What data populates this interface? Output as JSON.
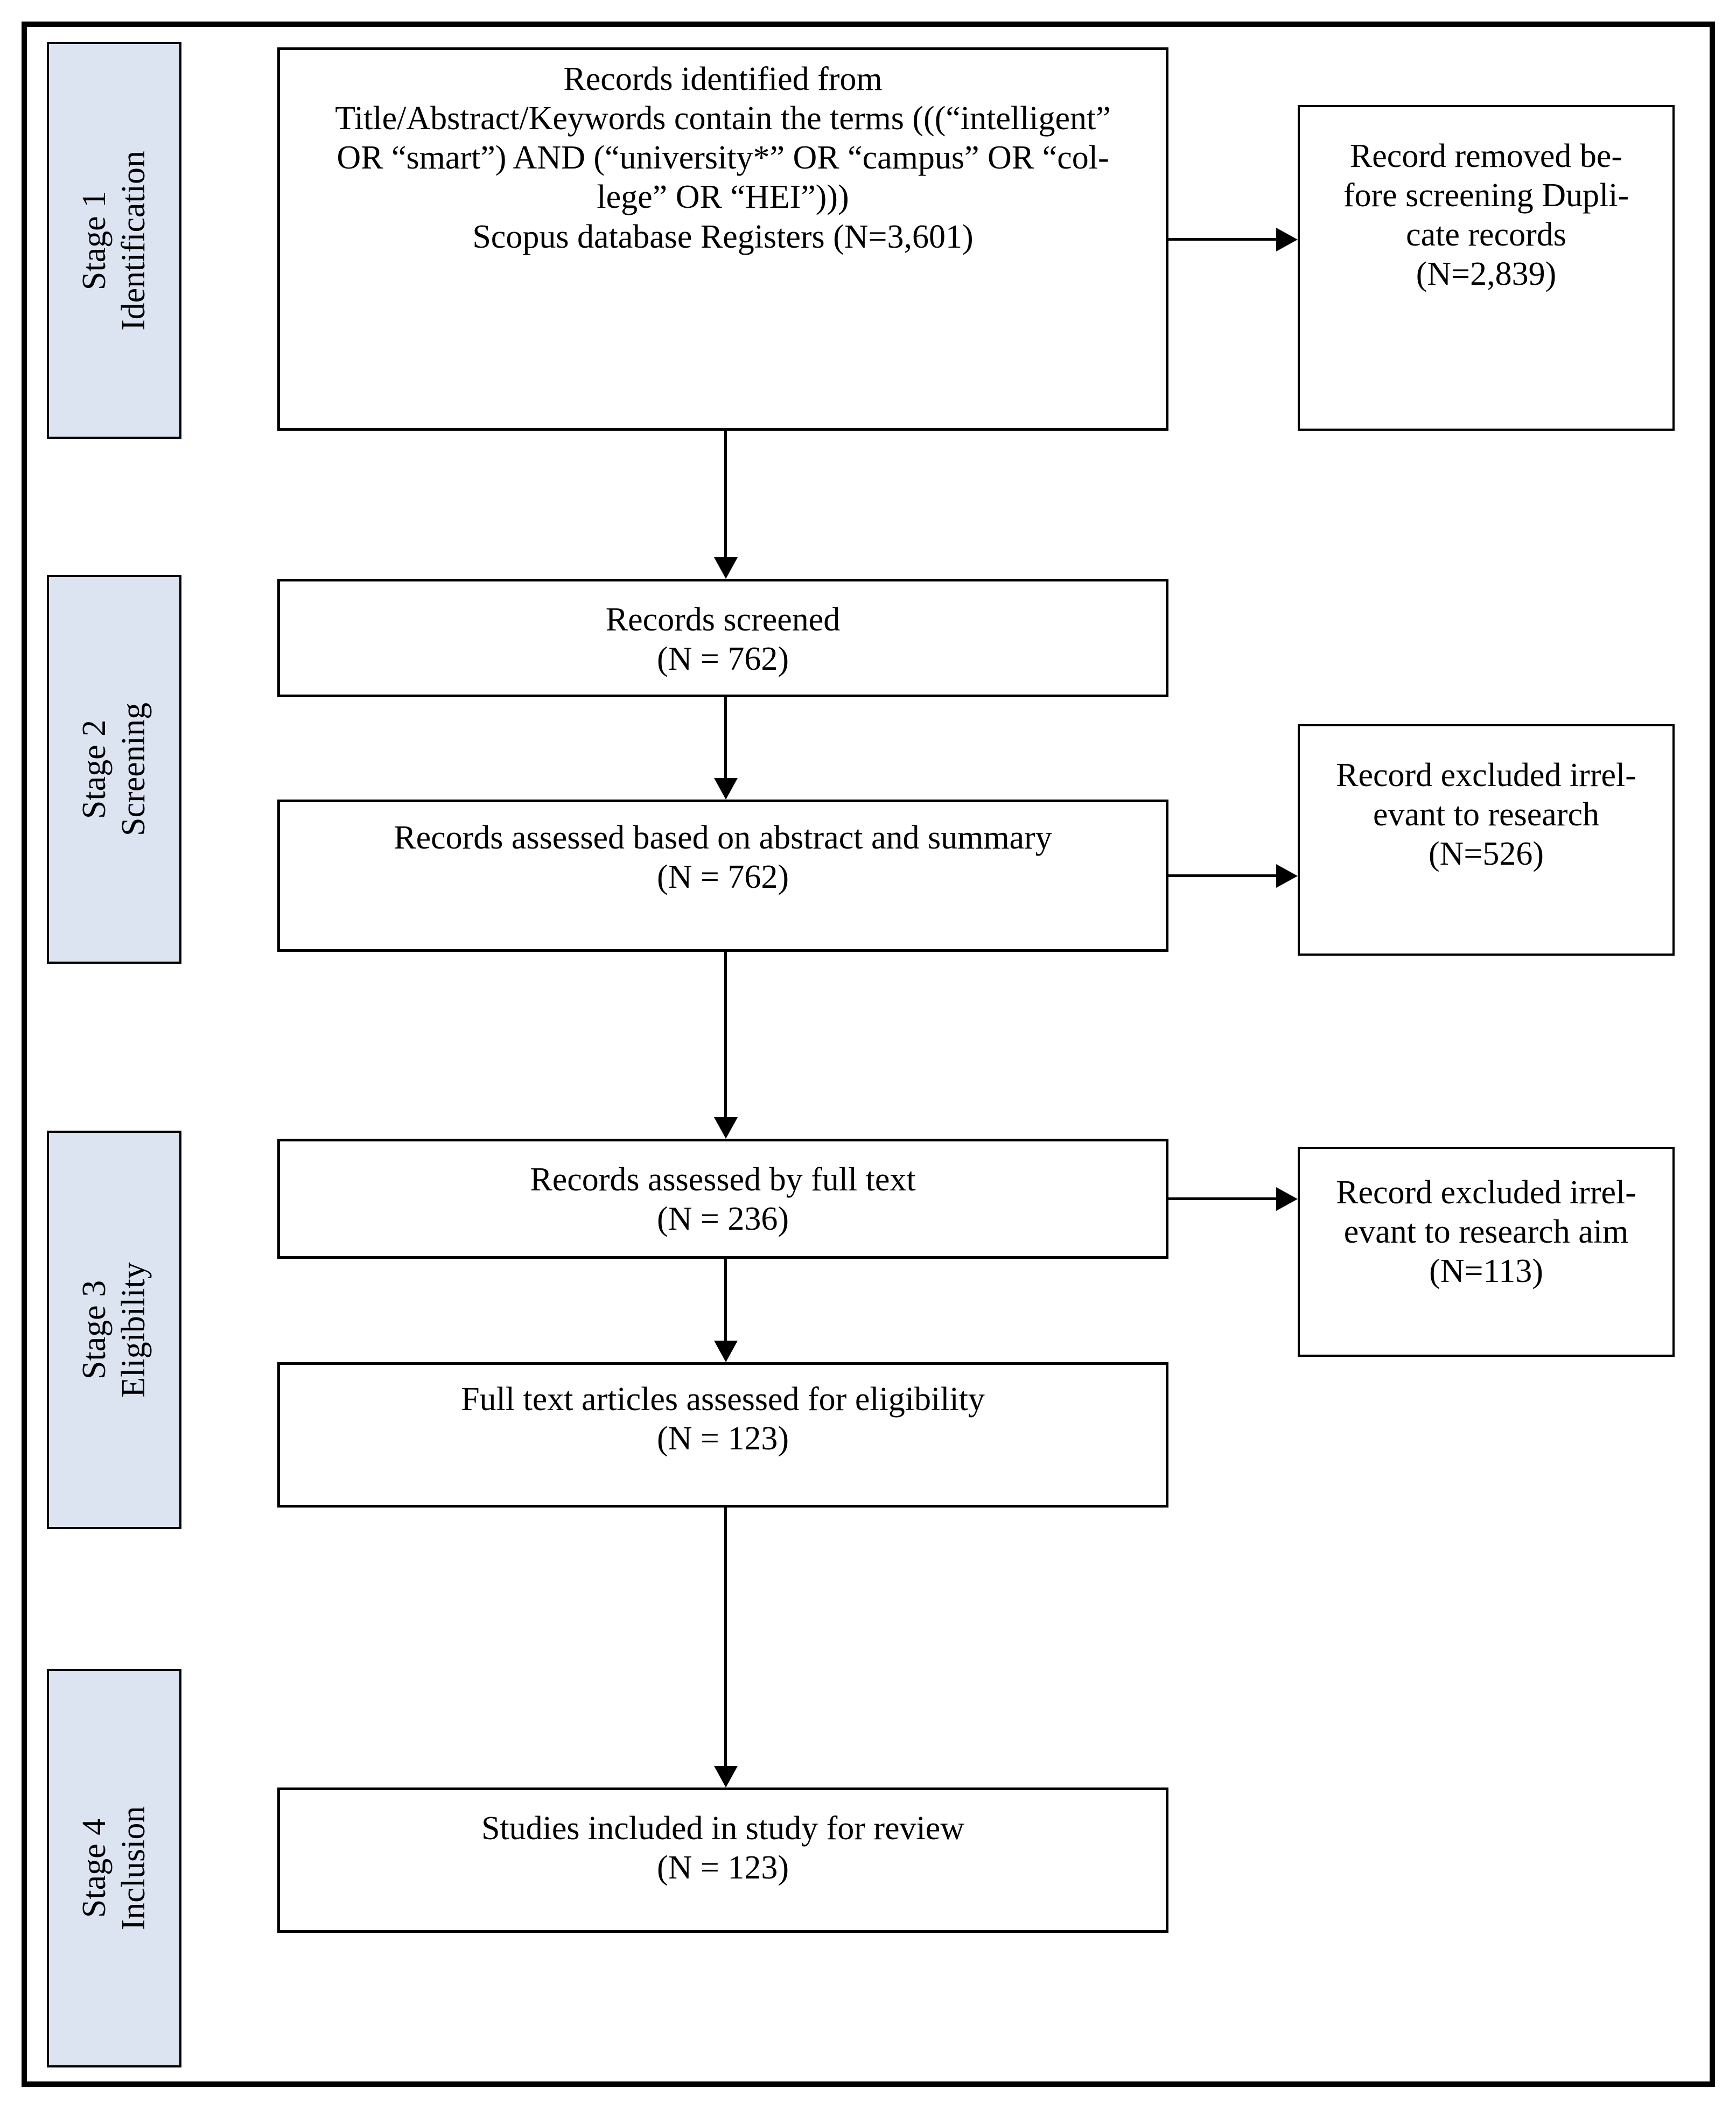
{
  "colors": {
    "stage_fill": "#dce4f2",
    "border": "#000000",
    "background": "#ffffff"
  },
  "stages": [
    {
      "label": "Stage 1\nIdentification"
    },
    {
      "label": "Stage 2\nScreening"
    },
    {
      "label": "Stage 3\nEligibility"
    },
    {
      "label": "Stage 4\nInclusion"
    }
  ],
  "main_boxes": [
    {
      "id": "records-identified",
      "text": "Records identified from\nTitle/Abstract/Keywords contain the terms (((“intelligent”\nOR “smart”) AND (“university*” OR “campus” OR “col-\nlege” OR “HEI”)))\nScopus database Registers (N=3,601)"
    },
    {
      "id": "records-screened",
      "text": "Records screened\n(N = 762)"
    },
    {
      "id": "records-assessed-abstract",
      "text": "Records assessed based on abstract and summary\n(N = 762)"
    },
    {
      "id": "records-assessed-fulltext",
      "text": "Records assessed by full text\n(N = 236)"
    },
    {
      "id": "fulltext-eligibility",
      "text": "Full text articles assessed for eligibility\n(N = 123)"
    },
    {
      "id": "studies-included",
      "text": "Studies included in study for review\n(N = 123)"
    }
  ],
  "side_boxes": [
    {
      "id": "removed-duplicates",
      "text": "Record removed be-\nfore screening Dupli-\ncate records\n(N=2,839)"
    },
    {
      "id": "excluded-research",
      "text": "Record excluded irrel-\nevant to research\n(N=526)"
    },
    {
      "id": "excluded-research-aim",
      "text": "Record excluded irrel-\nevant to research aim\n(N=113)"
    }
  ]
}
